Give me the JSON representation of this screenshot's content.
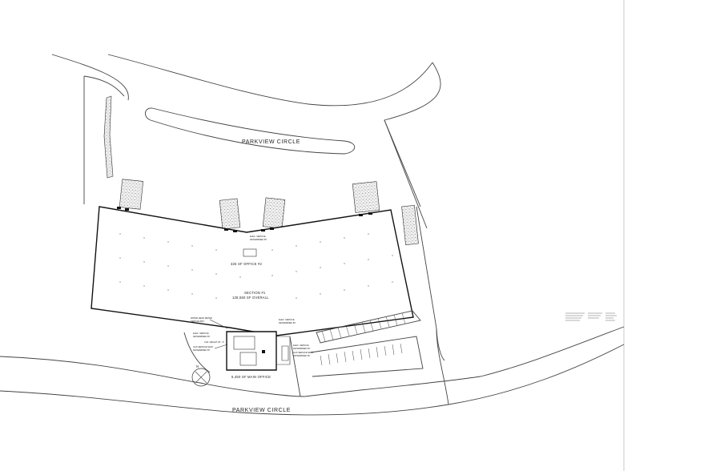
{
  "roads": {
    "top_label": "PARKVIEW CIRCLE",
    "bottom_label": "PARKVIEW CIRCLE"
  },
  "building": {
    "section_label": "SECTION #1",
    "overall_label": "128,550 SF OVERALL",
    "office2_label": "325 SF OFFICE #2",
    "main_office_label": "6,450 SF MAIN OFFICE"
  },
  "notes": {
    "water_meter": "WATER HEAD METER",
    "water_meter_2": "SERVICE BKT.",
    "elec_service": "ELEC. SERVICE",
    "elec_service_2": "DETERMINED BY",
    "gas_service": "GAS SERVICE MAIN",
    "gas_service_2": "DETERMINED BY",
    "elec_right": "ELEC. SERVICE",
    "elec_right_2": "DETERMINED BY",
    "gas_right": "GAS SERVICE MAIN",
    "gas_right_2": "DETERMINED BY",
    "elec_top": "ELEC. SERVICE",
    "elec_top_2": "DETERMINED BY",
    "clear_height": "CLR. HEIGHT 25' - 0\""
  },
  "north_arrow": {
    "label": "N"
  }
}
